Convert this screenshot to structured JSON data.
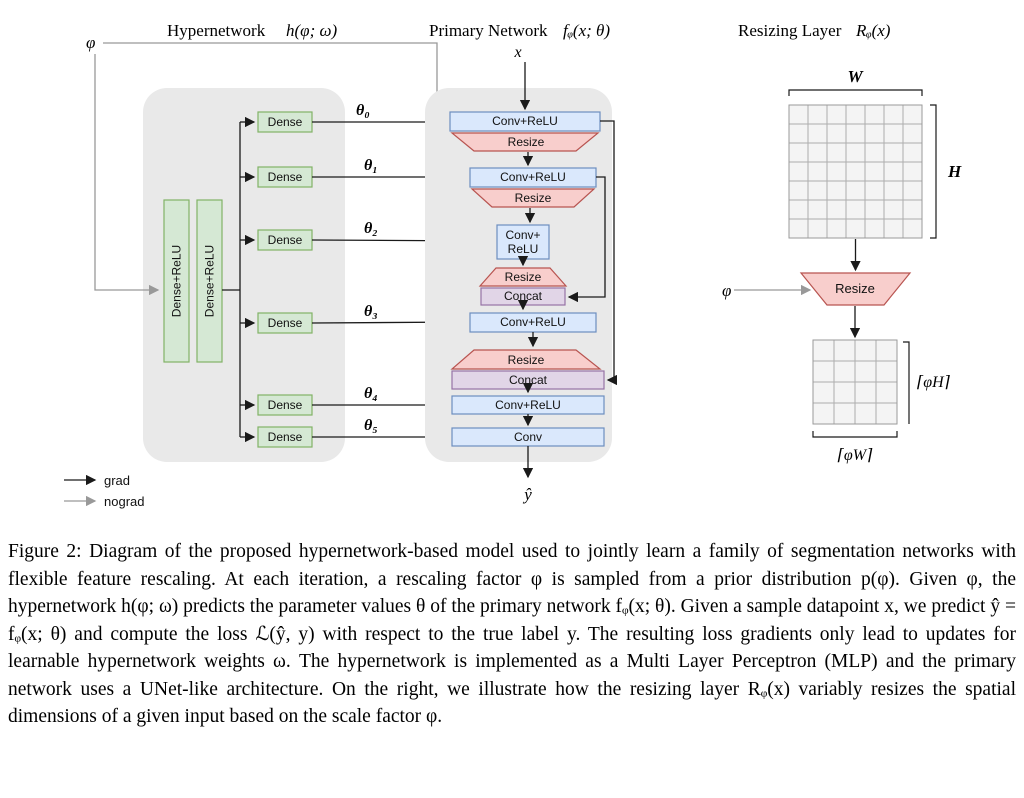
{
  "headers": {
    "hypernetwork_title": "Hypernetwork",
    "hypernetwork_math": "h(φ; ω)",
    "primary_title": "Primary Network",
    "primary_math": "fᵩ(x; θ)",
    "resizing_title": "Resizing Layer",
    "resizing_math": "Rᵩ(x)"
  },
  "hypernetwork": {
    "input_label": "φ",
    "layer1": "Dense+ReLU",
    "layer2": "Dense+ReLU",
    "dense": [
      "Dense",
      "Dense",
      "Dense",
      "Dense",
      "Dense",
      "Dense"
    ],
    "theta": [
      "θ₀",
      "θ₁",
      "θ₂",
      "θ₃",
      "θ₄",
      "θ₅"
    ]
  },
  "primary": {
    "input_label": "x",
    "output_label": "ŷ",
    "conv_relu": "Conv+ReLU",
    "conv_plus": "Conv+",
    "relu": "ReLU",
    "resize": "Resize",
    "concat": "Concat",
    "conv": "Conv"
  },
  "resizing": {
    "width_label": "W",
    "height_label": "H",
    "phi_label": "φ",
    "resize_label": "Resize",
    "out_height_label": "⌈φH⌉",
    "out_width_label": "⌈φW⌉"
  },
  "legend": {
    "grad": "grad",
    "nograd": "nograd"
  },
  "caption": {
    "text": "Figure 2: Diagram of the proposed hypernetwork-based model used to jointly learn a family of segmentation networks with flexible feature rescaling. At each iteration, a rescaling factor φ is sampled from a prior distribution p(φ). Given φ, the hypernetwork h(φ; ω) predicts the parameter values θ of the primary network fᵩ(x; θ). Given a sample datapoint x, we predict ŷ = fᵩ(x; θ) and compute the loss ℒ(ŷ, y) with respect to the true label y. The resulting loss gradients only lead to updates for learnable hypernetwork weights ω. The hypernetwork is implemented as a Multi Layer Perceptron (MLP) and the primary network uses a UNet-like architecture. On the right, we illustrate how the resizing layer Rᵩ(x) variably resizes the spatial dimensions of a given input based on the scale factor φ."
  },
  "colors": {
    "green": "#d5e8d4",
    "green-border": "#82b366",
    "blue": "#dae8fc",
    "blue-border": "#6c8ebf",
    "pink": "#f8cecc",
    "pink-border": "#b85450",
    "purple": "#e1d5e7",
    "purple-border": "#9673a6",
    "block-bg": "#e9e9e9",
    "wire": "#1a1a1a",
    "wire-nograd": "#999999"
  }
}
